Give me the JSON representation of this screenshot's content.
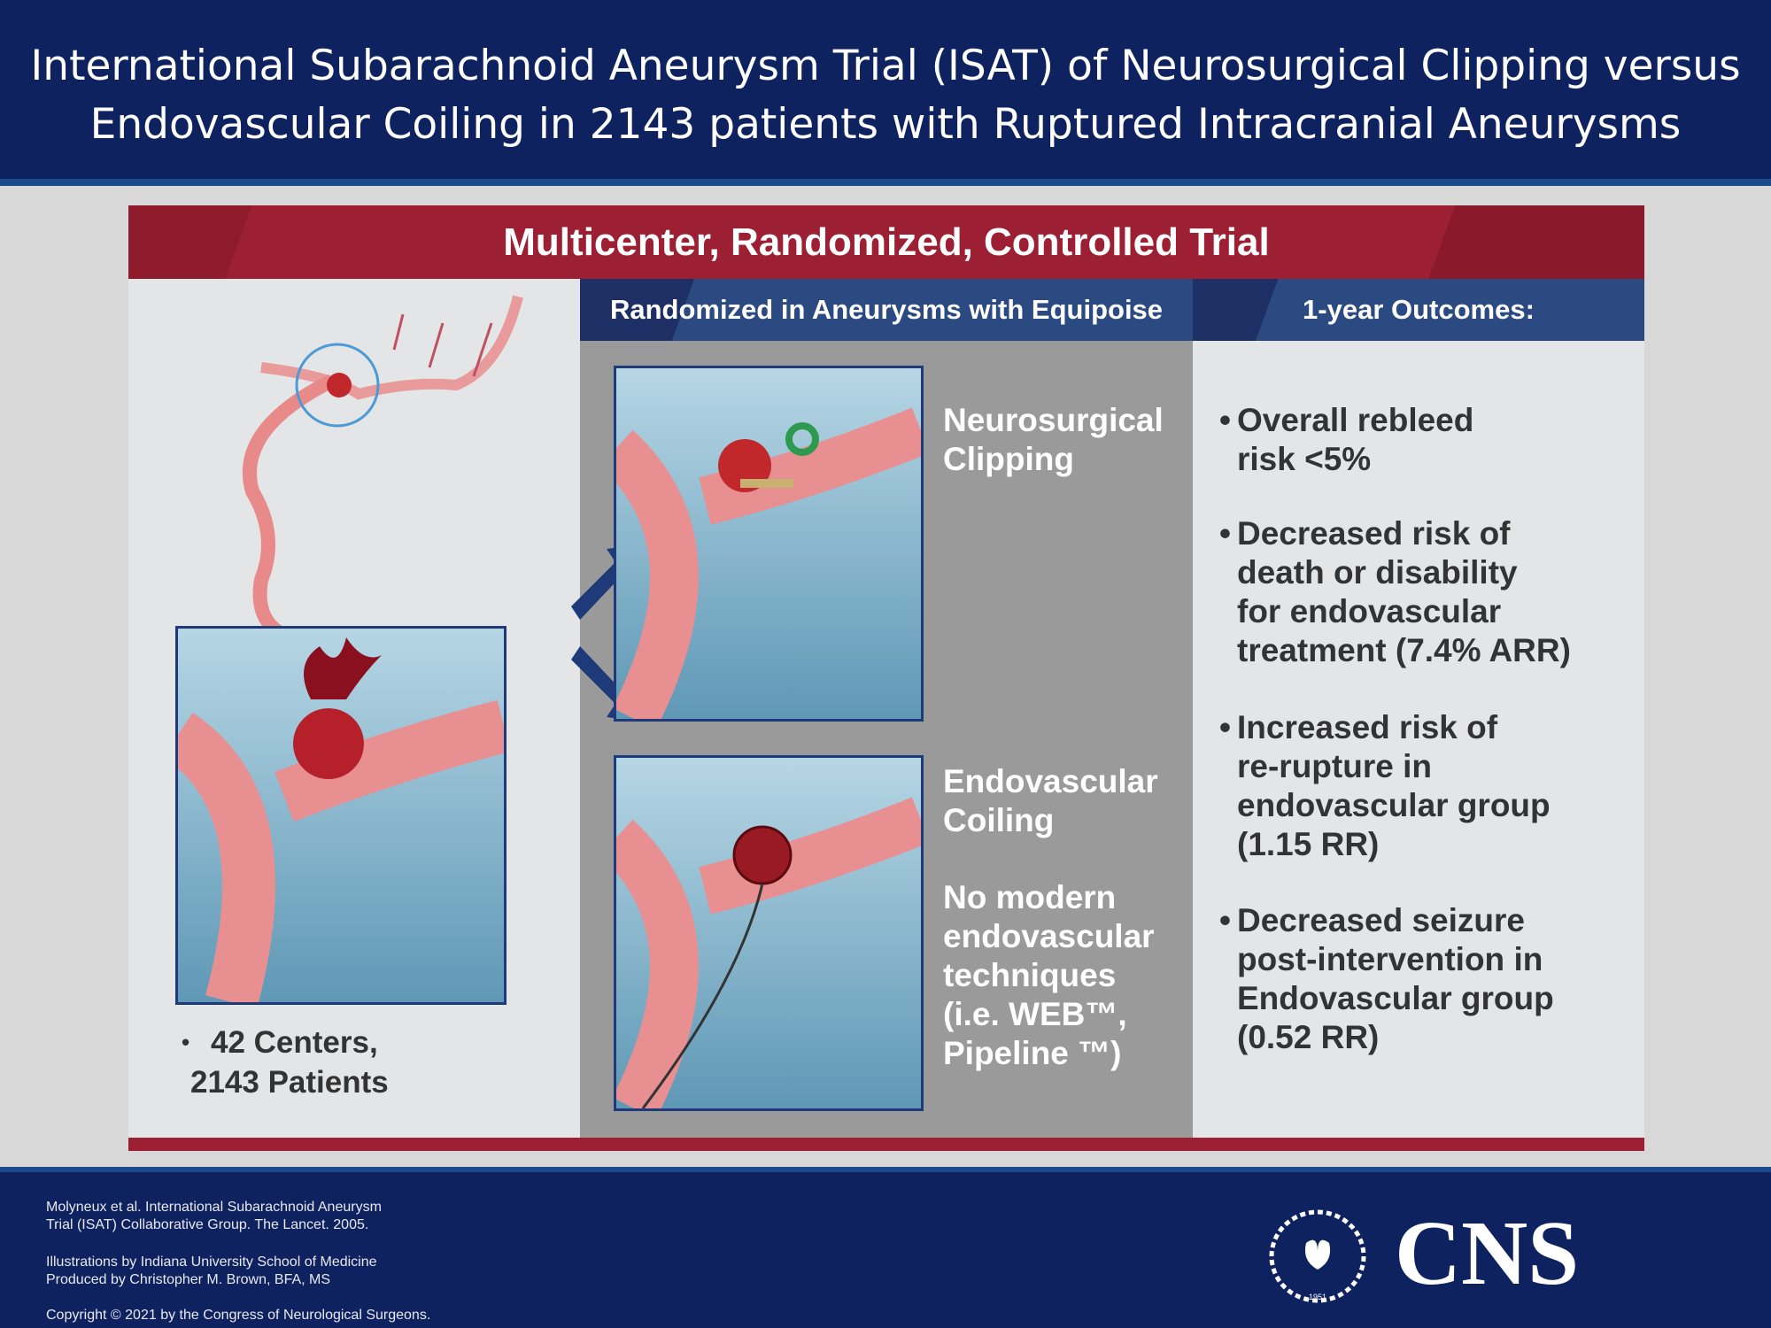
{
  "header": {
    "title_line1": "International Subarachnoid Aneurysm Trial (ISAT) of Neurosurgical Clipping versus",
    "title_line2": "Endovascular Coiling in 2143 patients with Ruptured Intracranial Aneurysms"
  },
  "banner": "Multicenter, Randomized, Controlled Trial",
  "middle": {
    "heading": "Randomized in Aneurysms with Equipoise",
    "clipping_line1": "Neurosurgical",
    "clipping_line2": "Clipping",
    "coiling_line1": "Endovascular",
    "coiling_line2": "Coiling",
    "note": [
      "No modern",
      "endovascular",
      "techniques",
      "(i.e. WEB™,",
      "Pipeline ™)"
    ]
  },
  "left": {
    "bullet": "•",
    "line1": "42 Centers,",
    "line2": "2143 Patients"
  },
  "right": {
    "heading": "1-year Outcomes:",
    "outcomes": [
      [
        "Overall rebleed",
        "risk <5%"
      ],
      [
        "Decreased risk of",
        "death or disability",
        "for endovascular",
        "treatment (7.4% ARR)"
      ],
      [
        "Increased risk of",
        "re-rupture in",
        "endovascular group",
        "(1.15 RR)"
      ],
      [
        "Decreased seizure",
        "post-intervention in",
        "Endovascular group",
        "(0.52 RR)"
      ]
    ]
  },
  "footer": {
    "citation_line1": "Molyneux et al. International Subarachnoid Aneurysm",
    "citation_line2": "Trial (ISAT) Collaborative Group. The Lancet. 2005.",
    "illustrations": "Illustrations by Indiana University School of Medicine",
    "produced": "Produced by Christopher M. Brown, BFA, MS",
    "copyright": "Copyright © 2021 by the Congress of Neurological Surgeons.",
    "logo_text": "CNS",
    "logo_year": "1951"
  }
}
